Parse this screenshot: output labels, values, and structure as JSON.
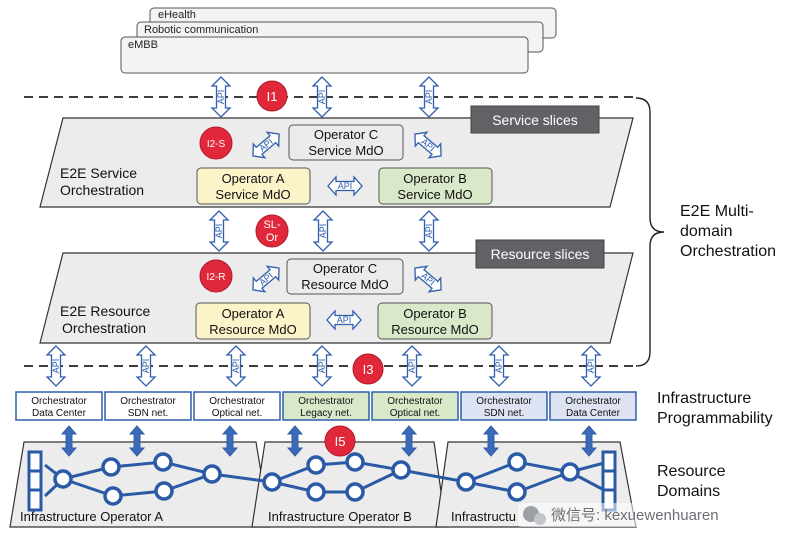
{
  "service_cards": [
    "eHealth",
    "Robotic communication",
    "eMBB"
  ],
  "interfaces": {
    "i1": "I1",
    "i2s": "I2-S",
    "slor_1": "SL-",
    "slor_2": "Or",
    "i2r": "I2-R",
    "i3": "I3",
    "i5": "I5"
  },
  "api_label": "API",
  "service_layer": {
    "badge": "Service slices",
    "title_1": "E2E Service",
    "title_2": "Orchestration",
    "op_c_1": "Operator C",
    "op_c_2": "Service MdO",
    "op_a_1": "Operator A",
    "op_a_2": "Service MdO",
    "op_b_1": "Operator B",
    "op_b_2": "Service MdO"
  },
  "resource_layer": {
    "badge": "Resource slices",
    "title_1": "E2E Resource",
    "title_2": "Orchestration",
    "op_c_1": "Operator C",
    "op_c_2": "Resource MdO",
    "op_a_1": "Operator A",
    "op_a_2": "Resource MdO",
    "op_b_1": "Operator B",
    "op_b_2": "Resource MdO"
  },
  "side_labels": {
    "multi_1": "E2E Multi-",
    "multi_2": "domain",
    "multi_3": "Orchestration",
    "infra_1": "Infrastructure",
    "infra_2": "Programmability",
    "res_1": "Resource",
    "res_2": "Domains"
  },
  "orchestrators": [
    {
      "l1": "Orchestrator",
      "l2": "Data Center"
    },
    {
      "l1": "Orchestrator",
      "l2": "SDN net."
    },
    {
      "l1": "Orchestrator",
      "l2": "Optical net."
    },
    {
      "l1": "Orchestrator",
      "l2": "Legacy net."
    },
    {
      "l1": "Orchestrator",
      "l2": "Optical net."
    },
    {
      "l1": "Orchestrator",
      "l2": "SDN net."
    },
    {
      "l1": "Orchestrator",
      "l2": "Data Center"
    }
  ],
  "domains": [
    "Infrastructure Operator A",
    "Infrastructure Operator B",
    "Infrastructu"
  ],
  "watermark": "微信号: kexuewenhuaren",
  "colors": {
    "interface_red": "#e0283a",
    "api_blue": "#2f5eab",
    "badge_gray": "#616266",
    "operator_a_fill": "#fdf3c8",
    "operator_b_fill": "#d9e8c9",
    "operator_c_fill": "#ebebeb",
    "legacy_fill": "#d9e8c9",
    "sdn_fill": "#dde3f2",
    "network_node": "#2a5aa6"
  }
}
